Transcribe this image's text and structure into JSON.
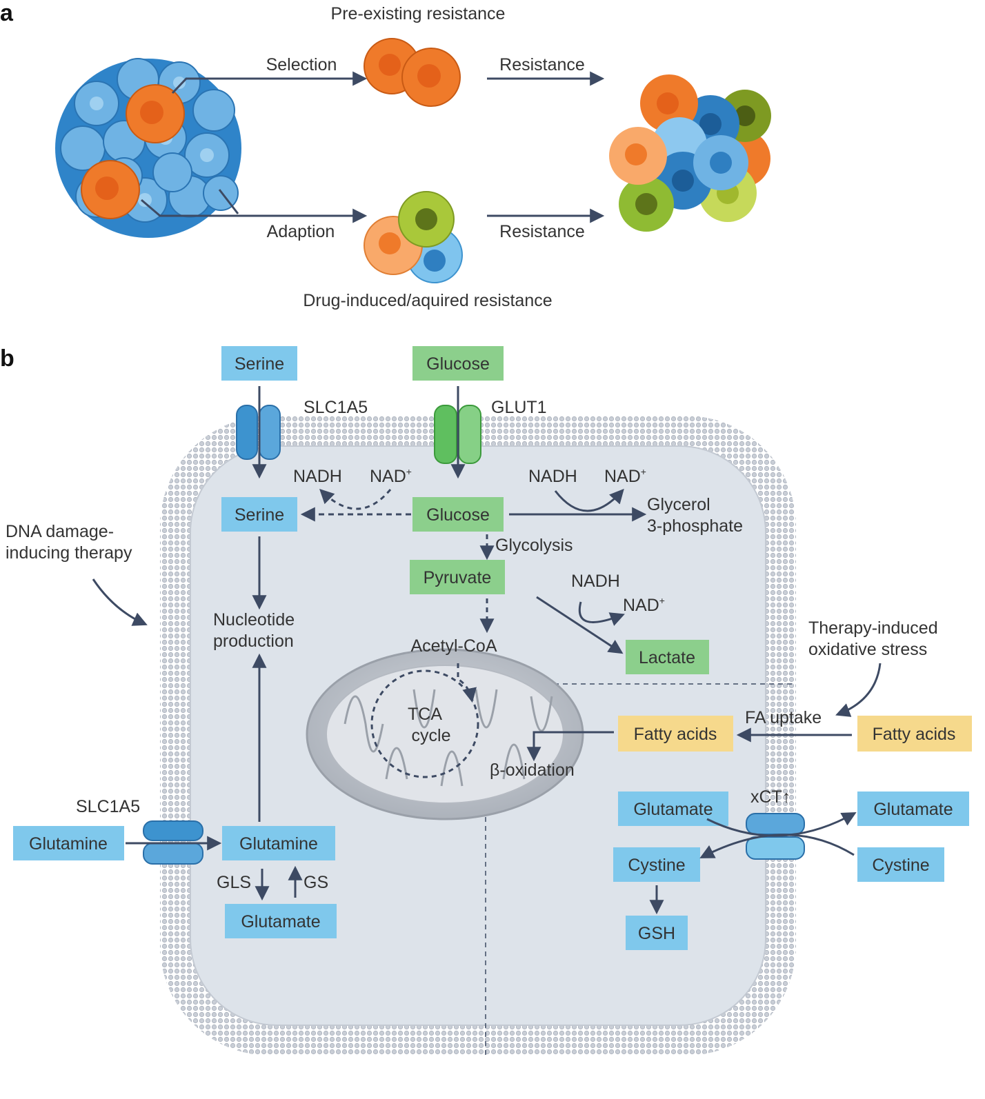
{
  "panel_a": {
    "letter": "a",
    "title_top": "Pre-existing resistance",
    "title_bottom": "Drug-induced/aquired resistance",
    "selection_label": "Selection",
    "adaption_label": "Adaption",
    "resistance_label_top": "Resistance",
    "resistance_label_bottom": "Resistance"
  },
  "panel_b": {
    "letter": "b",
    "outside": {
      "serine": "Serine",
      "glucose": "Glucose",
      "glutamine": "Glutamine",
      "fatty_acids": "Fatty acids",
      "glutamate": "Glutamate",
      "cystine": "Cystine"
    },
    "transporters": {
      "slc1a5_top": "SLC1A5",
      "glut1": "GLUT1",
      "slc1a5_left": "SLC1A5",
      "xct": "xCT↑"
    },
    "inside": {
      "serine": "Serine",
      "glucose": "Glucose",
      "pyruvate": "Pyruvate",
      "lactate": "Lactate",
      "glutamine": "Glutamine",
      "glutamate": "Glutamate",
      "fatty_acids": "Fatty acids",
      "glutamate_right": "Glutamate",
      "cystine": "Cystine",
      "gsh": "GSH"
    },
    "labels": {
      "nadh_1": "NADH",
      "nad_1": "NAD",
      "nadh_2": "NADH",
      "nad_2": "NAD",
      "nadh_3": "NADH",
      "nad_3": "NAD",
      "nad_sup": "+",
      "glycerol_line1": "Glycerol",
      "glycerol_line2": "3-phosphate",
      "glycolysis": "Glycolysis",
      "acetyl_coa": "Acetyl-CoA",
      "tca_line1": "TCA",
      "tca_line2": "cycle",
      "beta_oxidation": "β-oxidation",
      "nucleotide_line1": "Nucleotide",
      "nucleotide_line2": "production",
      "gls": "GLS",
      "gs": "GS",
      "fa_uptake": "FA uptake",
      "dna_line1": "DNA damage-",
      "dna_line2": "inducing therapy",
      "oxidative_line1": "Therapy-induced",
      "oxidative_line2": "oxidative stress"
    }
  },
  "colors": {
    "blue_box": "#7fc8ec",
    "green_box": "#8ccf8c",
    "yellow_box": "#f6d98c",
    "arrow": "#3d4a63",
    "cell_fill": "#dde3ea",
    "membrane": "#b5bcc7",
    "orange_cell": "#ef7a2a",
    "blue_cell": "#5ba7db"
  }
}
